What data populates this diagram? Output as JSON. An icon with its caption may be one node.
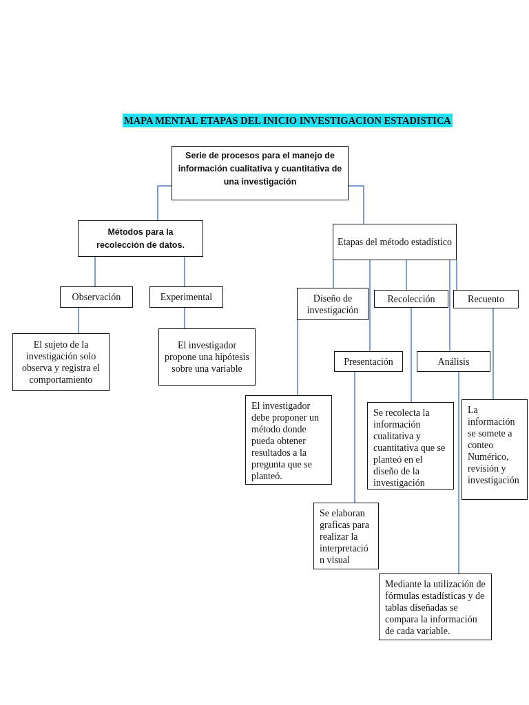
{
  "diagram": {
    "title": "MAPA MENTAL ETAPAS DEL INICIO INVESTIGACION ESTADISTICA",
    "nodes": [
      {
        "text": [
          "Serie de procesos para el manejo de información cualitativa y cuantitativa de una investigación"
        ]
      },
      {
        "text": [
          "Métodos para la recolección de datos."
        ]
      },
      {
        "text": [
          "Etapas del método estadístico"
        ]
      },
      {
        "text": [
          "Observación"
        ]
      },
      {
        "text": [
          "Experimental"
        ]
      },
      {
        "text": [
          "Diseño de investigación"
        ]
      },
      {
        "text": [
          "Recolección"
        ]
      },
      {
        "text": [
          "Recuento"
        ]
      },
      {
        "text": [
          "Presentación"
        ]
      },
      {
        "text": [
          "Análisis"
        ]
      },
      {
        "text": [
          "El sujeto de la investigación solo observa y registra el comportamiento"
        ]
      },
      {
        "text": [
          "El investigador propone una hipótesis sobre una variable"
        ]
      },
      {
        "text": [
          "El investigador debe proponer un método donde pueda obtener resultados a la pregunta que se planteó."
        ]
      },
      {
        "text": [
          "Se recolecta la información cualitativa y cuantitativa que se planteó en el diseño de la investigación"
        ]
      },
      {
        "text": [
          "La información se somete a conteo Numérico, revisión y investigación"
        ]
      },
      {
        "text": [
          "Se elaboran graficas para realizar la interpretació n visual"
        ]
      },
      {
        "text": [
          "Mediante la utilización de fórmulas estadísticas y de tablas diseñadas se compara la información de cada variable."
        ]
      }
    ],
    "edges": [
      {
        "from": 0,
        "to": 1,
        "arrow": "none"
      },
      {
        "from": 0,
        "to": 2,
        "arrow": "none"
      },
      {
        "from": 1,
        "to": 3,
        "arrow": "none"
      },
      {
        "from": 1,
        "to": 4,
        "arrow": "none"
      },
      {
        "from": 2,
        "to": 5,
        "arrow": "none"
      },
      {
        "from": 2,
        "to": 8,
        "arrow": "none"
      },
      {
        "from": 2,
        "to": 6,
        "arrow": "none"
      },
      {
        "from": 2,
        "to": 9,
        "arrow": "none"
      },
      {
        "from": 2,
        "to": 7,
        "arrow": "none"
      },
      {
        "from": 3,
        "to": 10,
        "arrow": "none"
      },
      {
        "from": 4,
        "to": 11,
        "arrow": "none"
      },
      {
        "from": 5,
        "to": 12,
        "arrow": "none"
      },
      {
        "from": 6,
        "to": 13,
        "arrow": "none"
      },
      {
        "from": 7,
        "to": 14,
        "arrow": "none"
      },
      {
        "from": 8,
        "to": 15,
        "arrow": "none"
      },
      {
        "from": 9,
        "to": 16,
        "arrow": "none"
      }
    ]
  }
}
